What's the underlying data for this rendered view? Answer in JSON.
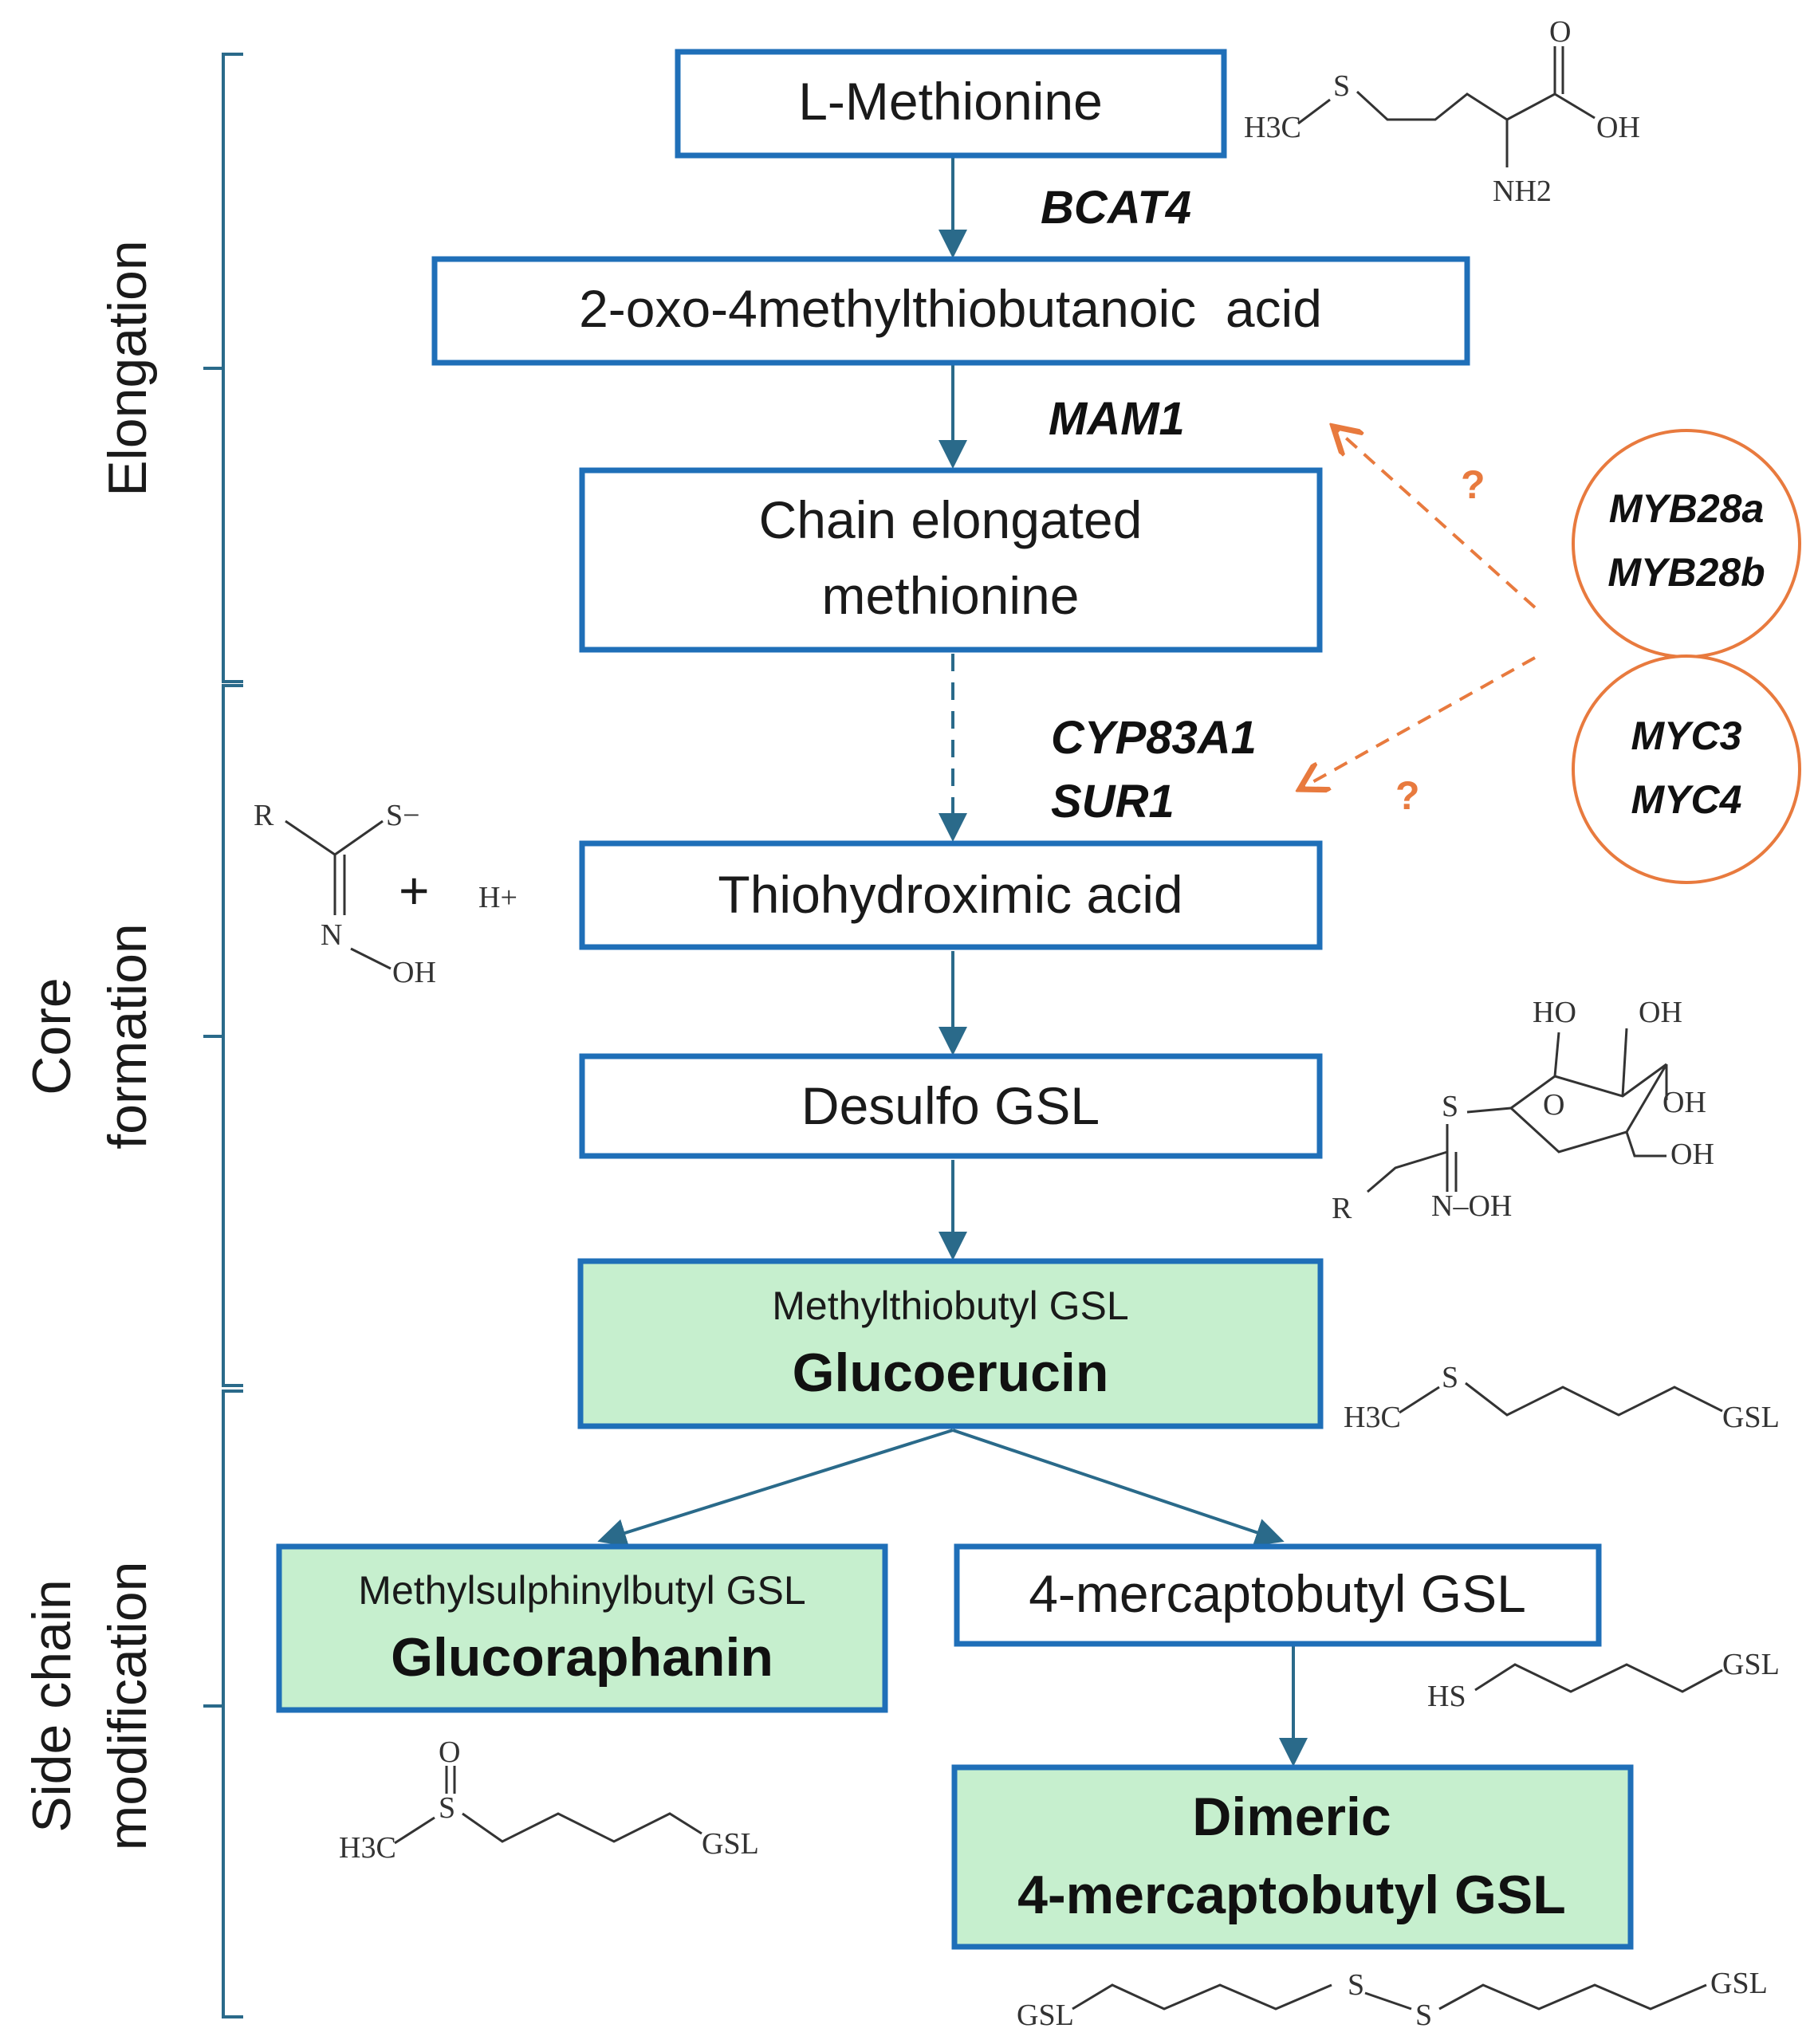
{
  "stages": {
    "elongation": "Elongation",
    "core_line1": "Core",
    "core_line2": "formation",
    "side_line1": "Side chain",
    "side_line2": "modification"
  },
  "nodes": {
    "methionine": "L-Methionine",
    "oxo_acid": "2-oxo-4methylthiobutanoic  acid",
    "chain_line1": "Chain elongated",
    "chain_line2": "methionine",
    "thiohydroximic": "Thiohydroximic acid",
    "desulfo": "Desulfo GSL",
    "glucoerucin_sub": "Methylthiobutyl GSL",
    "glucoerucin": "Glucoerucin",
    "glucoraphanin_sub": "Methylsulphinylbutyl GSL",
    "glucoraphanin": "Glucoraphanin",
    "mercapto": "4-mercaptobutyl GSL",
    "dimeric_line1": "Dimeric",
    "dimeric_line2": "4-mercaptobutyl GSL"
  },
  "enzymes": {
    "bcat4": "BCAT4",
    "mam1": "MAM1",
    "cyp83a1": "CYP83A1",
    "sur1": "SUR1"
  },
  "regulators": {
    "myb28a": "MYB28a",
    "myb28b": "MYB28b",
    "myc3": "MYC3",
    "myc4": "MYC4",
    "question_mark": "?"
  },
  "structures": {
    "h3c": "H3C",
    "s": "S",
    "o": "O",
    "oh": "OH",
    "nh2": "NH2",
    "r": "R",
    "s_minus": "S−",
    "n": "N",
    "plus": "+",
    "h_plus": "H+",
    "ho": "HO",
    "gsl": "GSL",
    "hs": "HS",
    "n_oh": "N–OH"
  },
  "colors": {
    "box_border": "#1f6fb8",
    "product_fill": "#c6efce",
    "flow_arrow": "#2a6a8a",
    "regulation": "#e87a3e"
  }
}
